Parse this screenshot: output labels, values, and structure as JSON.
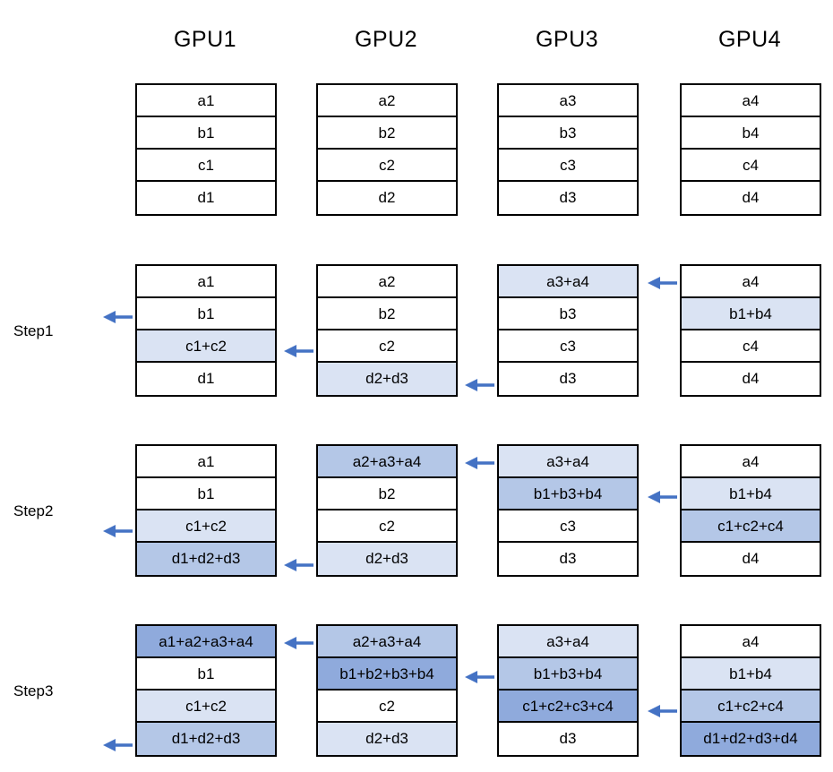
{
  "gpus": [
    "GPU1",
    "GPU2",
    "GPU3",
    "GPU4"
  ],
  "steps": [
    "Step1",
    "Step2",
    "Step3"
  ],
  "shade_colors": {
    "none": "#ffffff",
    "s1": "#dae3f3",
    "s2": "#b4c7e7",
    "s3": "#8faadc"
  },
  "arrow_color": "#4472c4",
  "arrow_direction": "left",
  "rows": [
    {
      "step": null,
      "gpus": [
        {
          "cells": [
            {
              "text": "a1",
              "shade": "none"
            },
            {
              "text": "b1",
              "shade": "none"
            },
            {
              "text": "c1",
              "shade": "none"
            },
            {
              "text": "d1",
              "shade": "none"
            }
          ]
        },
        {
          "cells": [
            {
              "text": "a2",
              "shade": "none"
            },
            {
              "text": "b2",
              "shade": "none"
            },
            {
              "text": "c2",
              "shade": "none"
            },
            {
              "text": "d2",
              "shade": "none"
            }
          ]
        },
        {
          "cells": [
            {
              "text": "a3",
              "shade": "none"
            },
            {
              "text": "b3",
              "shade": "none"
            },
            {
              "text": "c3",
              "shade": "none"
            },
            {
              "text": "d3",
              "shade": "none"
            }
          ]
        },
        {
          "cells": [
            {
              "text": "a4",
              "shade": "none"
            },
            {
              "text": "b4",
              "shade": "none"
            },
            {
              "text": "c4",
              "shade": "none"
            },
            {
              "text": "d4",
              "shade": "none"
            }
          ]
        }
      ]
    },
    {
      "step": "Step1",
      "gpus": [
        {
          "cells": [
            {
              "text": "a1",
              "shade": "none"
            },
            {
              "text": "b1",
              "shade": "none"
            },
            {
              "text": "c1+c2",
              "shade": "s1"
            },
            {
              "text": "d1",
              "shade": "none"
            }
          ]
        },
        {
          "cells": [
            {
              "text": "a2",
              "shade": "none"
            },
            {
              "text": "b2",
              "shade": "none"
            },
            {
              "text": "c2",
              "shade": "none"
            },
            {
              "text": "d2+d3",
              "shade": "s1"
            }
          ]
        },
        {
          "cells": [
            {
              "text": "a3+a4",
              "shade": "s1"
            },
            {
              "text": "b3",
              "shade": "none"
            },
            {
              "text": "c3",
              "shade": "none"
            },
            {
              "text": "d3",
              "shade": "none"
            }
          ]
        },
        {
          "cells": [
            {
              "text": "a4",
              "shade": "none"
            },
            {
              "text": "b1+b4",
              "shade": "s1"
            },
            {
              "text": "c4",
              "shade": "none"
            },
            {
              "text": "d4",
              "shade": "none"
            }
          ]
        }
      ],
      "arrows": [
        {
          "into_gpu": 0,
          "cell": 1
        },
        {
          "into_gpu": 1,
          "cell": 2
        },
        {
          "into_gpu": 2,
          "cell": 3
        },
        {
          "into_gpu": 3,
          "cell": 0
        }
      ]
    },
    {
      "step": "Step2",
      "gpus": [
        {
          "cells": [
            {
              "text": "a1",
              "shade": "none"
            },
            {
              "text": "b1",
              "shade": "none"
            },
            {
              "text": "c1+c2",
              "shade": "s1"
            },
            {
              "text": "d1+d2+d3",
              "shade": "s2"
            }
          ]
        },
        {
          "cells": [
            {
              "text": "a2+a3+a4",
              "shade": "s2"
            },
            {
              "text": "b2",
              "shade": "none"
            },
            {
              "text": "c2",
              "shade": "none"
            },
            {
              "text": "d2+d3",
              "shade": "s1"
            }
          ]
        },
        {
          "cells": [
            {
              "text": "a3+a4",
              "shade": "s1"
            },
            {
              "text": "b1+b3+b4",
              "shade": "s2"
            },
            {
              "text": "c3",
              "shade": "none"
            },
            {
              "text": "d3",
              "shade": "none"
            }
          ]
        },
        {
          "cells": [
            {
              "text": "a4",
              "shade": "none"
            },
            {
              "text": "b1+b4",
              "shade": "s1"
            },
            {
              "text": "c1+c2+c4",
              "shade": "s2"
            },
            {
              "text": "d4",
              "shade": "none"
            }
          ]
        }
      ],
      "arrows": [
        {
          "into_gpu": 0,
          "cell": 2
        },
        {
          "into_gpu": 1,
          "cell": 3
        },
        {
          "into_gpu": 2,
          "cell": 0
        },
        {
          "into_gpu": 3,
          "cell": 1
        }
      ]
    },
    {
      "step": "Step3",
      "gpus": [
        {
          "cells": [
            {
              "text": "a1+a2+a3+a4",
              "shade": "s3"
            },
            {
              "text": "b1",
              "shade": "none"
            },
            {
              "text": "c1+c2",
              "shade": "s1"
            },
            {
              "text": "d1+d2+d3",
              "shade": "s2"
            }
          ]
        },
        {
          "cells": [
            {
              "text": "a2+a3+a4",
              "shade": "s2"
            },
            {
              "text": "b1+b2+b3+b4",
              "shade": "s3"
            },
            {
              "text": "c2",
              "shade": "none"
            },
            {
              "text": "d2+d3",
              "shade": "s1"
            }
          ]
        },
        {
          "cells": [
            {
              "text": "a3+a4",
              "shade": "s1"
            },
            {
              "text": "b1+b3+b4",
              "shade": "s2"
            },
            {
              "text": "c1+c2+c3+c4",
              "shade": "s3"
            },
            {
              "text": "d3",
              "shade": "none"
            }
          ]
        },
        {
          "cells": [
            {
              "text": "a4",
              "shade": "none"
            },
            {
              "text": "b1+b4",
              "shade": "s1"
            },
            {
              "text": "c1+c2+c4",
              "shade": "s2"
            },
            {
              "text": "d1+d2+d3+d4",
              "shade": "s3"
            }
          ]
        }
      ],
      "arrows": [
        {
          "into_gpu": 0,
          "cell": 3
        },
        {
          "into_gpu": 1,
          "cell": 0
        },
        {
          "into_gpu": 2,
          "cell": 1
        },
        {
          "into_gpu": 3,
          "cell": 2
        }
      ]
    }
  ]
}
